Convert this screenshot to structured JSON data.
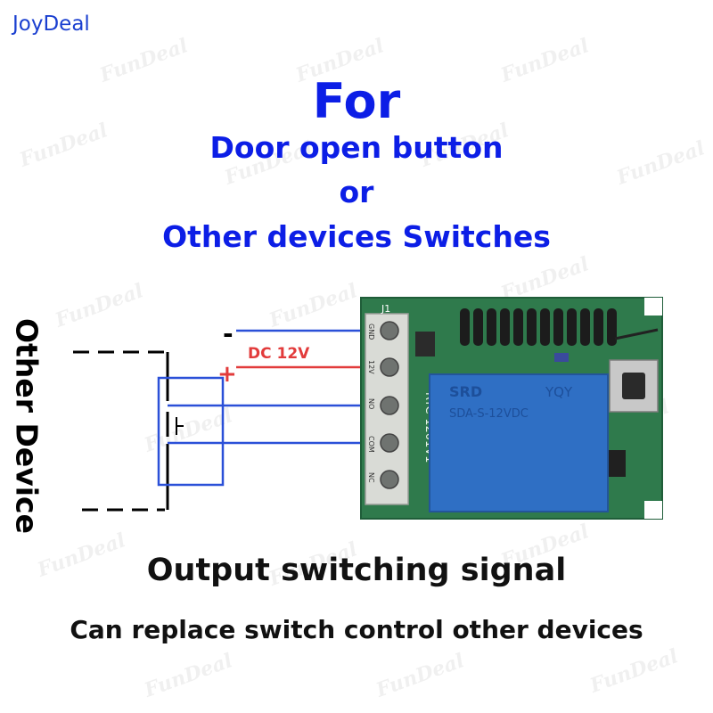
{
  "brand": "JoyDeal",
  "watermark": "FunDeal",
  "heading": {
    "for": "For",
    "line1": "Door open button",
    "line2": "or",
    "line3": "Other devices Switches"
  },
  "side_label": "Other Device",
  "wiring": {
    "minus": "-",
    "plus": "+",
    "voltage": "DC 12V"
  },
  "board": {
    "connector": "J1",
    "terminals": [
      "GND",
      "12V",
      "NO",
      "COM",
      "NC"
    ],
    "model": "RYC-1201V1",
    "relay_brand": "SRD",
    "relay_model": "YQY",
    "relay_spec": "SDA-S-12VDC"
  },
  "captions": {
    "output": "Output switching signal",
    "replace": "Can replace switch control other devices"
  },
  "colors": {
    "heading": "#0c1ee6",
    "pcb": "#2f7a4c",
    "relay": "#2f6fc4",
    "wire_blue": "#2b50d8",
    "wire_red": "#e23b3b"
  }
}
